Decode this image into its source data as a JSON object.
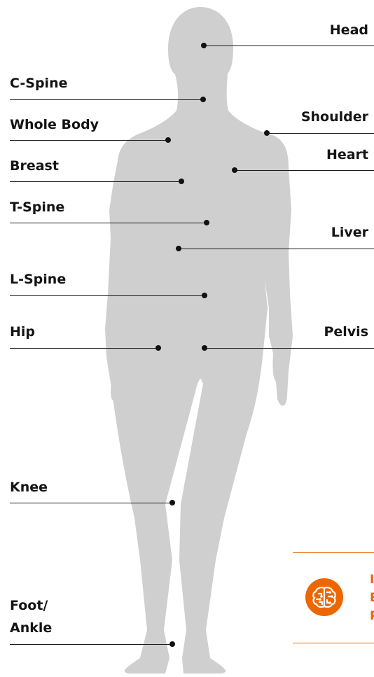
{
  "colors": {
    "silhouette": "#cfcfcf",
    "line": "#1a1a1a",
    "text": "#141414",
    "accent": "#ec6602",
    "background": "#ffffff"
  },
  "regions": {
    "head": "Head",
    "c_spine": "C-Spine",
    "shoulder": "Shoulder",
    "whole_body": "Whole Body",
    "heart": "Heart",
    "breast": "Breast",
    "t_spine": "T-Spine",
    "liver": "Liver",
    "l_spine": "L-Spine",
    "hip": "Hip",
    "pelvis": "Pelvis",
    "knee": "Knee",
    "foot_ankle_line1": "Foot/",
    "foot_ankle_line2": "Ankle"
  },
  "promo": {
    "icon": "brain-icon",
    "text_lines": [
      "I",
      "E",
      "P"
    ]
  }
}
